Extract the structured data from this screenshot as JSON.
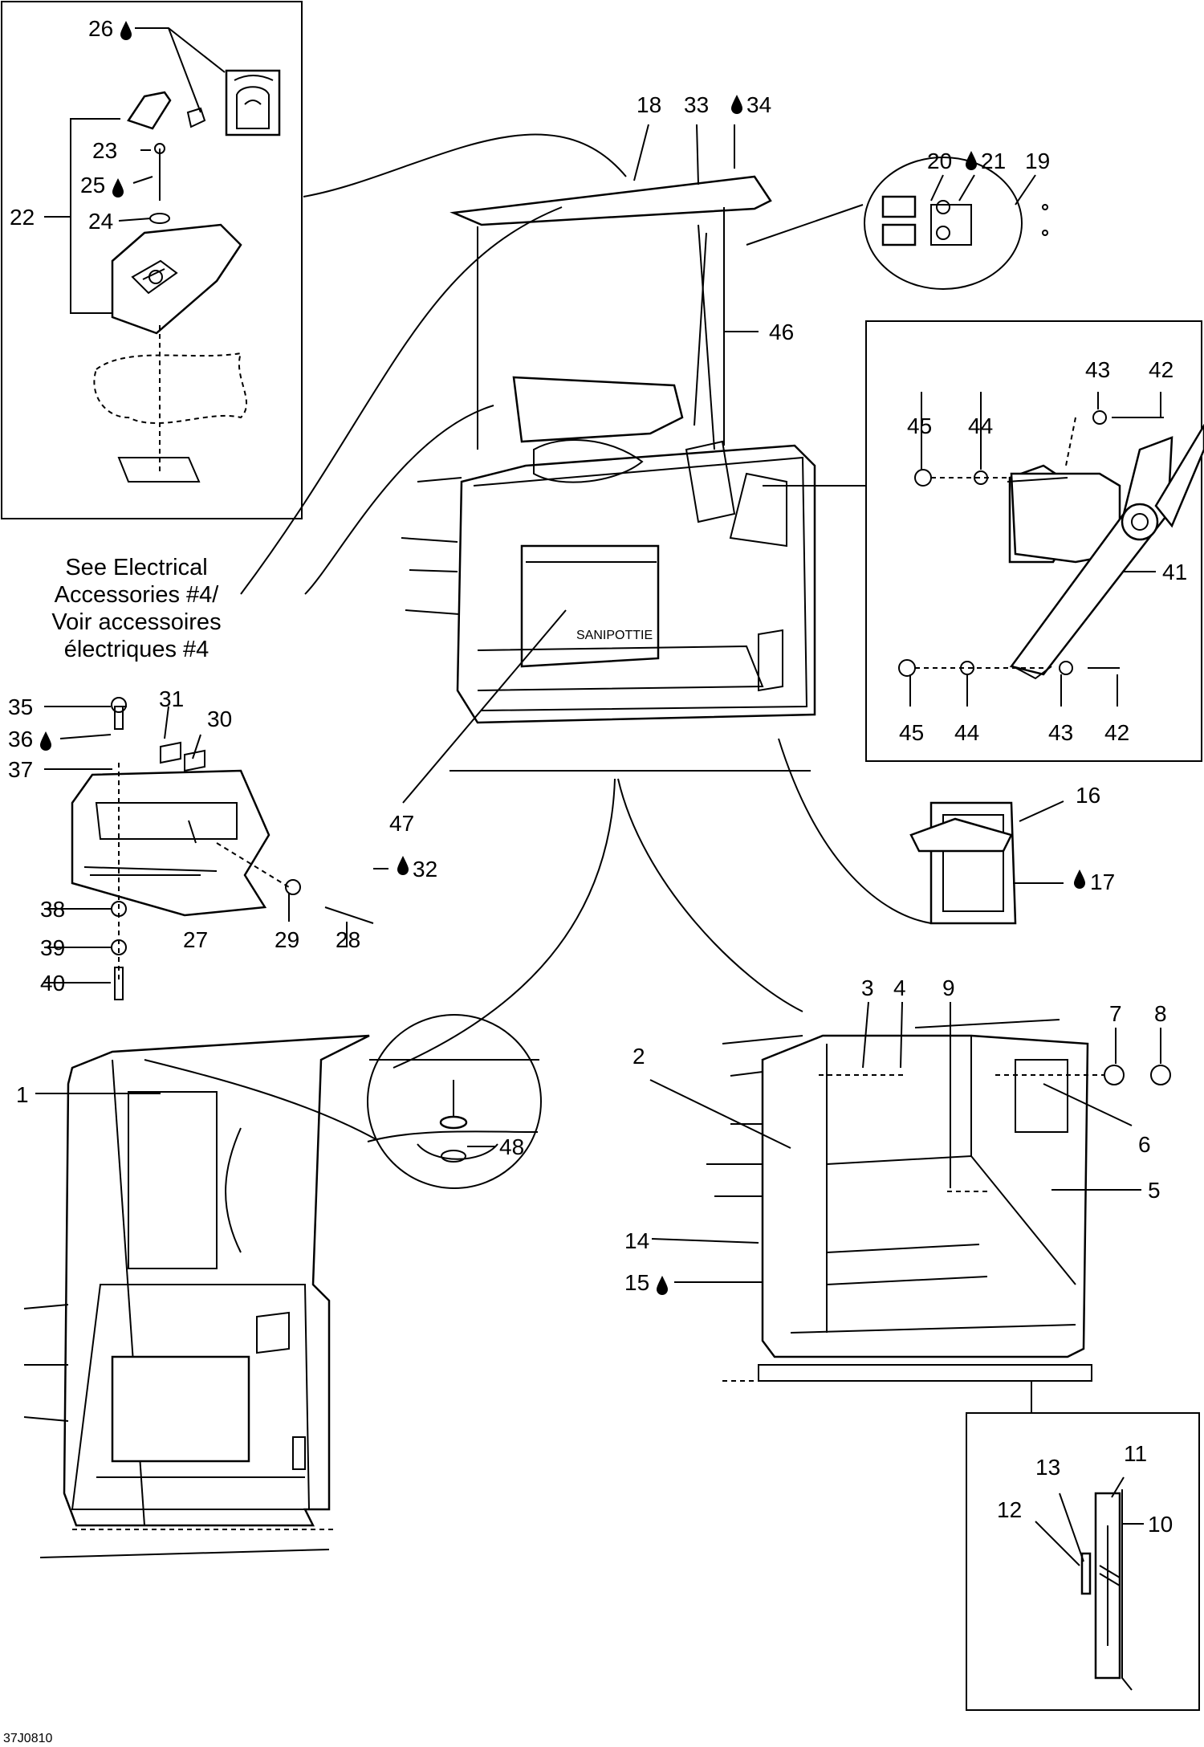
{
  "figure_code": "37J0810",
  "note": {
    "lines": [
      "See Electrical",
      "Accessories #4/",
      "Voir accessoires",
      "électriques #4"
    ]
  },
  "brand_label": "SANIPOTTIE",
  "callouts": [
    {
      "id": "c1",
      "label": "1"
    },
    {
      "id": "c2",
      "label": "2"
    },
    {
      "id": "c3",
      "label": "3"
    },
    {
      "id": "c4",
      "label": "4"
    },
    {
      "id": "c5",
      "label": "5"
    },
    {
      "id": "c6",
      "label": "6"
    },
    {
      "id": "c7",
      "label": "7"
    },
    {
      "id": "c8",
      "label": "8"
    },
    {
      "id": "c9",
      "label": "9"
    },
    {
      "id": "c10",
      "label": "10"
    },
    {
      "id": "c11",
      "label": "11"
    },
    {
      "id": "c12",
      "label": "12"
    },
    {
      "id": "c13",
      "label": "13"
    },
    {
      "id": "c14",
      "label": "14"
    },
    {
      "id": "c15",
      "label": "15",
      "glue": true
    },
    {
      "id": "c16",
      "label": "16"
    },
    {
      "id": "c17",
      "label": "17",
      "glue": true
    },
    {
      "id": "c18",
      "label": "18"
    },
    {
      "id": "c19",
      "label": "19"
    },
    {
      "id": "c20",
      "label": "20"
    },
    {
      "id": "c21",
      "label": "21",
      "glue": true
    },
    {
      "id": "c22",
      "label": "22"
    },
    {
      "id": "c23",
      "label": "23"
    },
    {
      "id": "c24",
      "label": "24"
    },
    {
      "id": "c25",
      "label": "25",
      "glue": true
    },
    {
      "id": "c26",
      "label": "26",
      "glue": true
    },
    {
      "id": "c27",
      "label": "27"
    },
    {
      "id": "c28",
      "label": "28"
    },
    {
      "id": "c29",
      "label": "29"
    },
    {
      "id": "c30",
      "label": "30"
    },
    {
      "id": "c31",
      "label": "31"
    },
    {
      "id": "c32",
      "label": "32",
      "glue": true
    },
    {
      "id": "c33",
      "label": "33"
    },
    {
      "id": "c34",
      "label": "34",
      "glue": true
    },
    {
      "id": "c35",
      "label": "35"
    },
    {
      "id": "c36",
      "label": "36",
      "glue": true
    },
    {
      "id": "c37",
      "label": "37"
    },
    {
      "id": "c38",
      "label": "38"
    },
    {
      "id": "c39",
      "label": "39"
    },
    {
      "id": "c40",
      "label": "40"
    },
    {
      "id": "c41",
      "label": "41"
    },
    {
      "id": "c42a",
      "label": "42"
    },
    {
      "id": "c42b",
      "label": "42"
    },
    {
      "id": "c43a",
      "label": "43"
    },
    {
      "id": "c43b",
      "label": "43"
    },
    {
      "id": "c44a",
      "label": "44"
    },
    {
      "id": "c44b",
      "label": "44"
    },
    {
      "id": "c45a",
      "label": "45"
    },
    {
      "id": "c45b",
      "label": "45"
    },
    {
      "id": "c46",
      "label": "46"
    },
    {
      "id": "c47",
      "label": "47"
    },
    {
      "id": "c48",
      "label": "48"
    }
  ]
}
